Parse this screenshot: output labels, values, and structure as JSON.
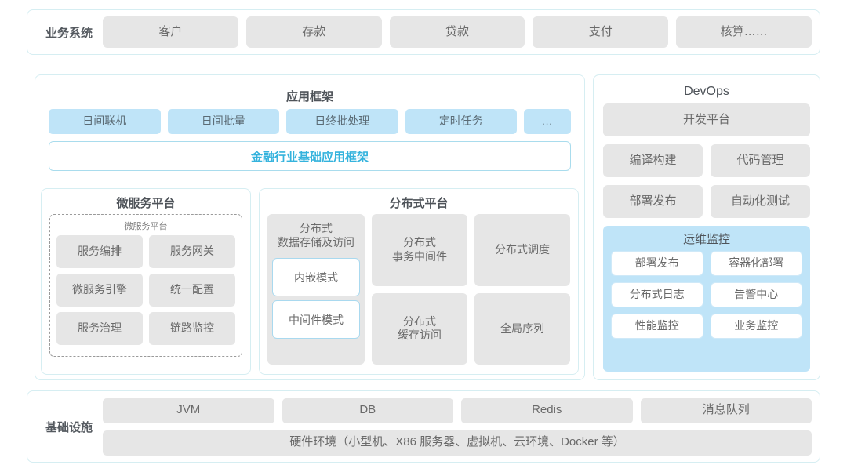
{
  "business_systems": {
    "label": "业务系统",
    "items": [
      "客户",
      "存款",
      "贷款",
      "支付",
      "核算……"
    ]
  },
  "app_framework": {
    "title": "应用框架",
    "chips": [
      "日间联机",
      "日间批量",
      "日终批处理",
      "定时任务"
    ],
    "more": "...",
    "base_bar": "金融行业基础应用框架"
  },
  "microservice_platform": {
    "title": "微服务平台",
    "inner_title": "微服务平台",
    "items": [
      "服务编排",
      "服务网关",
      "微服务引擎",
      "统一配置",
      "服务治理",
      "链路监控"
    ]
  },
  "distributed_platform": {
    "title": "分布式平台",
    "storage": {
      "title": "分布式\n数据存储及访问",
      "modes": [
        "内嵌模式",
        "中间件模式"
      ]
    },
    "items": [
      "分布式\n事务中间件",
      "分布式调度",
      "分布式\n缓存访问",
      "全局序列"
    ]
  },
  "devops": {
    "title": "DevOps",
    "platform": "开发平台",
    "pairs": [
      "编译构建",
      "代码管理",
      "部署发布",
      "自动化测试"
    ],
    "ops_monitor": {
      "title": "运维监控",
      "items": [
        "部署发布",
        "容器化部署",
        "分布式日志",
        "告警中心",
        "性能监控",
        "业务监控"
      ]
    }
  },
  "infrastructure": {
    "label": "基础设施",
    "items": [
      "JVM",
      "DB",
      "Redis",
      "消息队列"
    ],
    "hardware": "硬件环境（小型机、X86 服务器、虚拟机、云环境、Docker 等）"
  },
  "colors": {
    "panel_border": "#d6eef2",
    "chip_gray": "#e6e6e6",
    "chip_blue": "#bfe4f8",
    "accent_text": "#35b3dd"
  }
}
